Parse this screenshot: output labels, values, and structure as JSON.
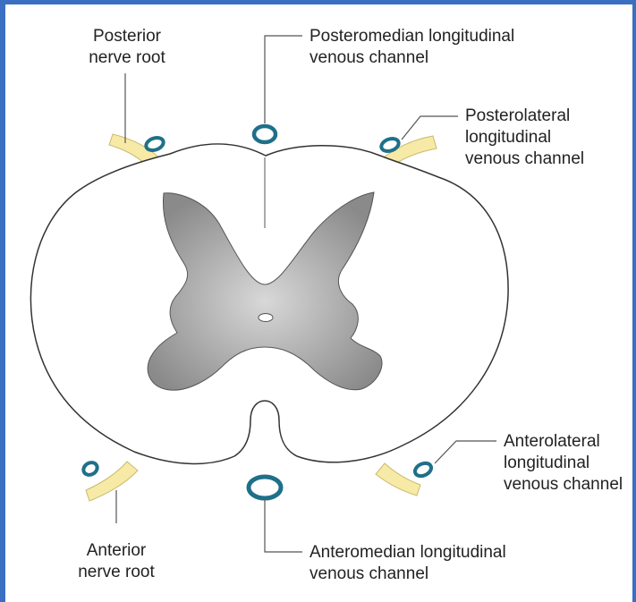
{
  "labels": {
    "posterior_root": [
      "Posterior",
      "nerve root"
    ],
    "posteromedian": [
      "Posteromedian longitudinal",
      "venous channel"
    ],
    "posterolateral": [
      "Posterolateral",
      "longitudinal",
      "venous channel"
    ],
    "anterolateral": [
      "Anterolateral",
      "longitudinal",
      "venous channel"
    ],
    "anterior_root": [
      "Anterior",
      "nerve root"
    ],
    "anteromedian": [
      "Anteromedian longitudinal",
      "venous channel"
    ]
  },
  "colors": {
    "frame": "#3b6fc2",
    "vein": "#1f7089",
    "root": "#f6eaa6",
    "grey_matter": "#8c8c8c",
    "outline": "#333333"
  }
}
